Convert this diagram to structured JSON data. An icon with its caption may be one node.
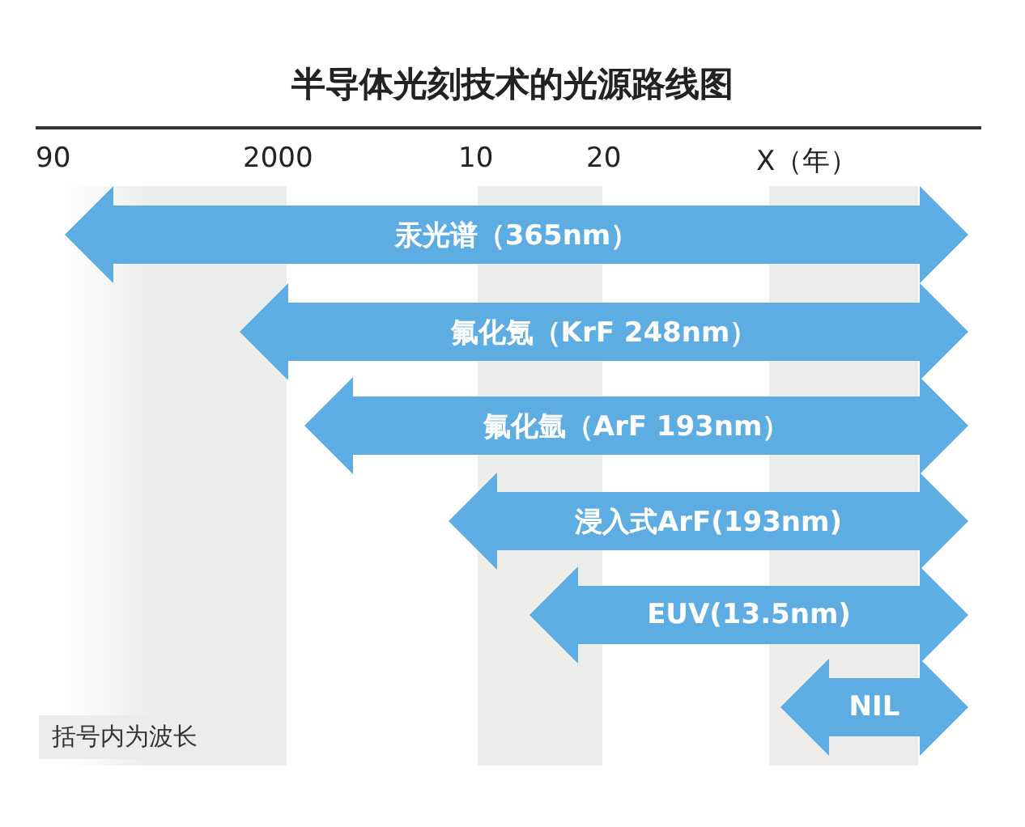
{
  "diagram": {
    "title": "半导体光刻技术的光源路线图",
    "nodes": [
      {
        "text": [
          "汞光谱（365nm）"
        ]
      },
      {
        "text": [
          "氟化氪（KrF 248nm）"
        ]
      },
      {
        "text": [
          "氟化氩（ArF 193nm）"
        ]
      },
      {
        "text": [
          "浸入式ArF(193nm)"
        ]
      },
      {
        "text": [
          "EUV(13.5nm)"
        ]
      },
      {
        "text": [
          "NIL"
        ]
      }
    ],
    "labels": [
      "90",
      "2000",
      "10",
      "20",
      "X（年）",
      "括号内为波长"
    ]
  }
}
